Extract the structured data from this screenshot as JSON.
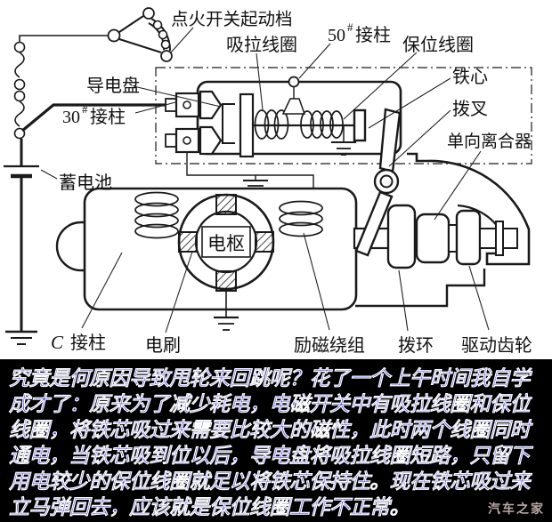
{
  "diagram": {
    "background": "#ffffff",
    "line_color": "#1a1a1a",
    "labels": {
      "ignition_switch": "点火开关起动档",
      "pull_in_coil": "吸拉线圈",
      "terminal_50": {
        "num": "50",
        "hash": "#",
        "rest": "接柱"
      },
      "hold_in_coil": "保位线圈",
      "iron_core": "铁心",
      "shift_fork": "拨叉",
      "one_way_clutch": "单向离合器",
      "conductive_plate": "导电盘",
      "terminal_30": {
        "num": "30",
        "hash": "#",
        "rest": "接柱"
      },
      "battery": "蓄电池",
      "armature": "电枢",
      "terminal_c": {
        "letter": "C",
        "rest": "接柱"
      },
      "brush": "电刷",
      "field_winding": "励磁绕组",
      "shift_collar": "拨环",
      "drive_gear": "驱动齿轮"
    }
  },
  "caption": {
    "background": "#000000",
    "text_color": "#2323d8",
    "outline_color": "#ffffff",
    "lines": [
      "究竟是何原因导致甩轮来回跳呢？花了一个上午时间我自学",
      "成才了：原来为了减少耗电，电磁开关中有吸拉线圈和保位",
      "线圈，将铁芯吸过来需要比较大的磁性，此时两个线圈同时",
      "通电，当铁芯吸到位以后，导电盘将吸拉线圈短路，只留下",
      "用电较少的保位线圈就足以将铁芯保持住。现在铁芯吸过来",
      "立马弹回去，应该就是保位线圈工作不正常。"
    ]
  },
  "watermark": {
    "text": "汽车之家",
    "color": "#b9a8a4"
  }
}
